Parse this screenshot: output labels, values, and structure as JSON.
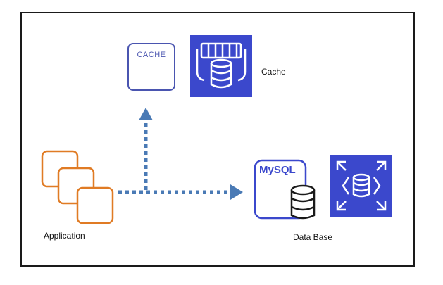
{
  "diagram": {
    "nodes": {
      "application": {
        "label": "Application",
        "icon": "stacked-instances-icon",
        "color": "#e07b24"
      },
      "cache": {
        "label": "Cache",
        "badge_text": "CACHE",
        "icon": "elasticache-icon",
        "color": "#3b48cc"
      },
      "database": {
        "label": "Data Base",
        "badge_text": "MySQL",
        "icon": "rds-database-icon",
        "color": "#3b48cc"
      }
    },
    "edges": [
      {
        "from": "application",
        "to": "cache",
        "style": "dotted"
      },
      {
        "from": "application",
        "to": "database",
        "style": "dotted"
      }
    ],
    "colors": {
      "arrow": "#4a7ab5",
      "frame": "#1a1a1a",
      "mysql_outline": "#3b48cc",
      "cache_outline": "#4a55b0"
    }
  }
}
